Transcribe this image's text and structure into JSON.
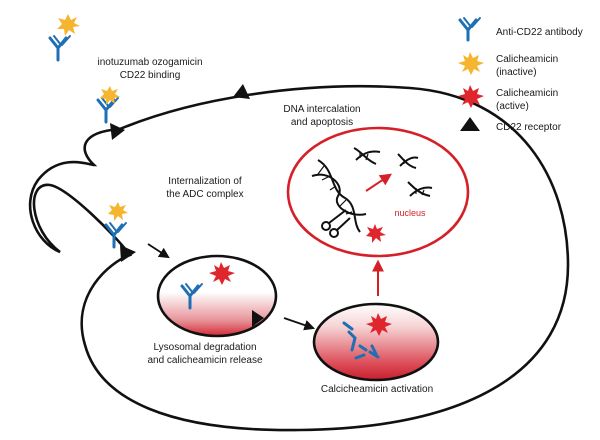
{
  "steps": {
    "binding": [
      "inotuzumab ozogamicin",
      "CD22 binding"
    ],
    "dna": [
      "DNA intercalation",
      "and apoptosis"
    ],
    "internalization": [
      "Internalization of",
      "the ADC complex"
    ],
    "lysosome": [
      "Lysosomal degradation",
      "and calicheamicin release"
    ],
    "activation": "Calcicheamicin activation",
    "nucleus": "nucleus"
  },
  "legend": {
    "antibody": [
      "Anti-CD22 antibody"
    ],
    "inactive": [
      "Calicheamicin",
      "(inactive)"
    ],
    "active": [
      "Calicheamicin",
      "(active)"
    ],
    "receptor": [
      "CD22 receptor"
    ]
  },
  "colors": {
    "antibody": "#1f6fb4",
    "calicheamicin_inactive": "#f5b52e",
    "calicheamicin_active": "#e0262d",
    "nucleus_outline": "#d62027",
    "membrane": "#111111"
  },
  "icons": {
    "antibody": "y-shaped-antibody-icon",
    "inactive": "yellow-star-icon",
    "active": "red-star-icon",
    "receptor": "black-triangle-icon"
  }
}
